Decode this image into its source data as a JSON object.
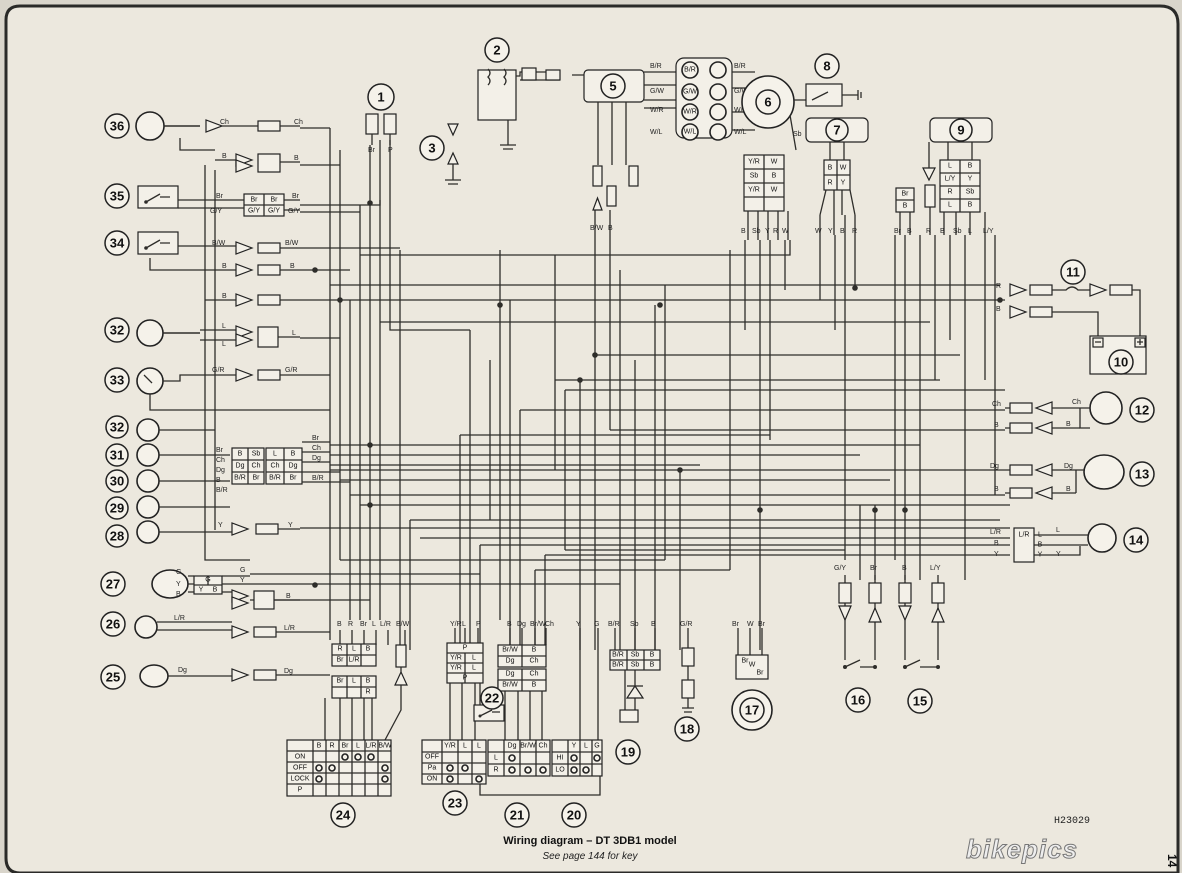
{
  "caption": {
    "title": "Wiring diagram – DT 3DB1 model",
    "subtitle": "See page 144 for key"
  },
  "reference_code": "H23029",
  "page_number": "14",
  "watermark": "bikepics",
  "components": {
    "c1": "1",
    "c2": "2",
    "c3": "3",
    "c5": "5",
    "c6": "6",
    "c7": "7",
    "c8": "8",
    "c9": "9",
    "c10": "10",
    "c11": "11",
    "c12": "12",
    "c13": "13",
    "c14": "14",
    "c15": "15",
    "c16": "16",
    "c17": "17",
    "c18": "18",
    "c19": "19",
    "c20": "20",
    "c21": "21",
    "c22": "22",
    "c23": "23",
    "c24": "24",
    "c25": "25",
    "c26": "26",
    "c27": "27",
    "c28": "28",
    "c29": "29",
    "c30": "30",
    "c31": "31",
    "c32a": "32",
    "c32b": "32",
    "c33": "33",
    "c34": "34",
    "c35": "35",
    "c36": "36"
  },
  "wire_labels": {
    "w36a": "Ch",
    "w36b": "Ch",
    "w36c": "B",
    "w36d": "B",
    "w35a": "Br",
    "w35b": "G/Y",
    "w35c": "Br",
    "w35d": "G/Y",
    "w34a": "B/W",
    "w34b": "B/W",
    "w34c": "B",
    "w34d": "B",
    "wBa": "B",
    "w32a": "L",
    "w32b": "L",
    "w32c": "L",
    "w33a": "G/R",
    "w33b": "G/R",
    "w31a": "Br",
    "w31b": "Ch",
    "w31c": "Dg",
    "w31d": "B",
    "w30a": "Br",
    "w30b": "Ch",
    "w30c": "Dg",
    "w30d": "B/R",
    "w30e": "B/R",
    "w28a": "Y",
    "w28b": "Y",
    "w27a": "G",
    "w27b": "Y",
    "w27c": "B",
    "w27d": "B",
    "w27e": "G",
    "w27f": "Y",
    "w26a": "L/R",
    "w26b": "L/R",
    "w25a": "Dg",
    "w25b": "Dg",
    "w1a": "Br",
    "w1b": "P",
    "w5a": "B/R",
    "w5b": "G/W",
    "w5c": "W/R",
    "w5d": "W/L",
    "w6a": "B/R",
    "w6b": "G/W",
    "w6c": "W/R",
    "w6d": "W/L",
    "w6e": "Sb",
    "w5e": "B/W",
    "w5f": "B",
    "w6f": "B",
    "w6g": "Sb",
    "w6h": "Y",
    "w6i": "R",
    "w6j": "W",
    "w7a": "W",
    "w7b": "Y",
    "w7c": "B",
    "w7d": "R",
    "w9a": "Br",
    "w9b": "B",
    "w9c": "R",
    "w9d": "B",
    "w9e": "Sb",
    "w9f": "L",
    "w9g": "L/Y",
    "w11a": "R",
    "w11b": "B",
    "w12a": "Ch",
    "w12b": "Ch",
    "w12c": "B",
    "w12d": "B",
    "w13a": "Dg",
    "w13b": "Dg",
    "w13c": "B",
    "w13d": "B",
    "w14a": "L/R",
    "w14b": "L",
    "w14c": "B",
    "w14d": "Y",
    "w14e": "Y",
    "w16a": "G/Y",
    "w16b": "Br",
    "w15a": "B",
    "w15b": "L/Y",
    "w24a": "B",
    "w24b": "R",
    "w24c": "Br",
    "w24d": "L",
    "w24e": "L/R",
    "w24f": "B/W",
    "w23a": "Y/R",
    "w23b": "L",
    "w23c": "P",
    "w21a": "B",
    "w21b": "Dg",
    "w21c": "Br/W",
    "w21d": "Ch",
    "w20a": "Y",
    "w20b": "G",
    "w19a": "B/R",
    "w19b": "Sb",
    "w19c": "B",
    "w18a": "G/R",
    "w17a": "Br",
    "w17b": "W",
    "w17c": "Br"
  },
  "connector_cells": {
    "c35": [
      "Br",
      "Br",
      "G/Y",
      "G/Y"
    ],
    "c31": [
      "B",
      "Sb",
      "L",
      "B",
      "Dg",
      "Ch",
      "Ch",
      "Dg",
      "B/R",
      "B/R",
      "Br",
      "Br"
    ],
    "c27": [
      "G",
      "Y",
      "B"
    ],
    "c6": [
      "Y/R",
      "W",
      "Sb",
      "B",
      "Y/R",
      "W"
    ],
    "c7": [
      "B",
      "W",
      "R",
      "Y"
    ],
    "c9": [
      "L",
      "B",
      "L/Y",
      "Y",
      "R",
      "Sb",
      "L",
      "B"
    ],
    "c9b": [
      "Br",
      "B"
    ],
    "c14": [
      "L/R",
      "L",
      "B",
      "Y"
    ],
    "c24a": [
      "R",
      "L",
      "B",
      "Br",
      "L/R"
    ],
    "c24b": [
      "Br",
      "L",
      "B",
      "R"
    ],
    "c23a": [
      "P",
      "Y/R",
      "L",
      "Y/R",
      "L",
      "P"
    ],
    "c21a": [
      "Br/W",
      "B",
      "Dg",
      "Ch",
      "Dg",
      "Ch",
      "Br/W",
      "B"
    ],
    "c19a": [
      "B/R",
      "Sb",
      "B",
      "B/R",
      "Sb",
      "B"
    ],
    "c17a": [
      "Br",
      "W",
      "Br"
    ],
    "c5conn": [
      "B/R",
      "G/W",
      "W/R",
      "W/L"
    ]
  },
  "switch_tables": {
    "t24": {
      "headers": [
        "B",
        "R",
        "Br",
        "L",
        "L/R",
        "B/W"
      ],
      "rows": [
        "ON",
        "OFF",
        "LOCK",
        "P"
      ]
    },
    "t23": {
      "headers": [
        "Y/R",
        "L",
        "L"
      ],
      "rows": [
        "OFF",
        "Pa",
        "ON"
      ]
    },
    "t21": {
      "headers": [
        "Dg",
        "Br/W",
        "Ch"
      ],
      "rows": [
        "L",
        "R"
      ]
    },
    "t20": {
      "headers": [
        "Y",
        "L",
        "G"
      ],
      "rows": [
        "HI",
        "LO"
      ]
    }
  }
}
